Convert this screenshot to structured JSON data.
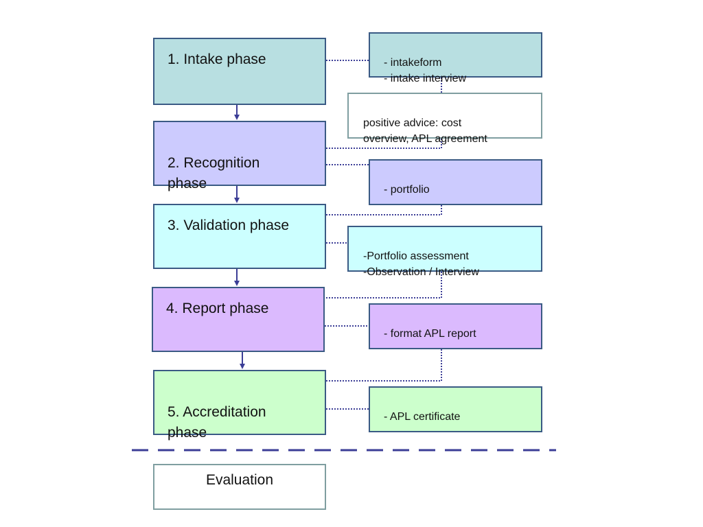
{
  "phases": [
    {
      "label": "1. Intake phase"
    },
    {
      "label": "2. Recognition\nphase"
    },
    {
      "label": "3. Validation phase"
    },
    {
      "label": "4. Report phase"
    },
    {
      "label": "5. Accreditation\nphase"
    }
  ],
  "notes": [
    {
      "text": "- intakeform\n- intake interview"
    },
    {
      "text": "positive advice: cost\noverview, APL agreement"
    },
    {
      "text": "- portfolio"
    },
    {
      "text": "-Portfolio assessment\n-Observation / Interview"
    },
    {
      "text": "- format APL report"
    },
    {
      "text": "- APL certificate"
    }
  ],
  "evaluation": {
    "label": "Evaluation"
  },
  "colors": {
    "intake": "#b8dfe1",
    "recognition": "#cccbfe",
    "validation": "#ccffff",
    "report": "#dbbafe",
    "accreditation": "#ccffcc",
    "border": "#3a5a84",
    "connector": "#3b3d96"
  }
}
